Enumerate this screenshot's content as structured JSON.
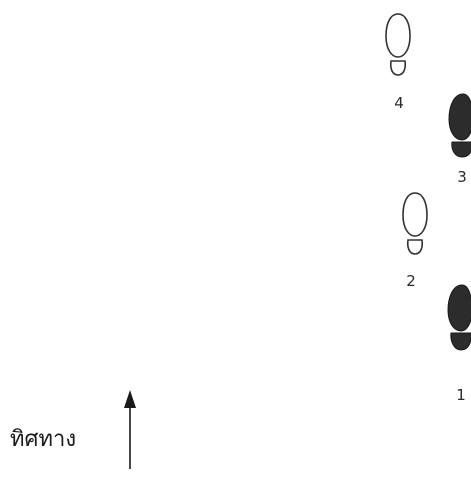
{
  "diagram": {
    "direction_label": "ทิศทาง",
    "steps": [
      {
        "number": "1",
        "style": "filled"
      },
      {
        "number": "2",
        "style": "outline"
      },
      {
        "number": "3",
        "style": "filled"
      },
      {
        "number": "4",
        "style": "outline"
      }
    ]
  },
  "colors": {
    "ink": "#1a1a1a",
    "filled_shoe": "#2c2c2c",
    "outline_shoe": "#333333"
  }
}
